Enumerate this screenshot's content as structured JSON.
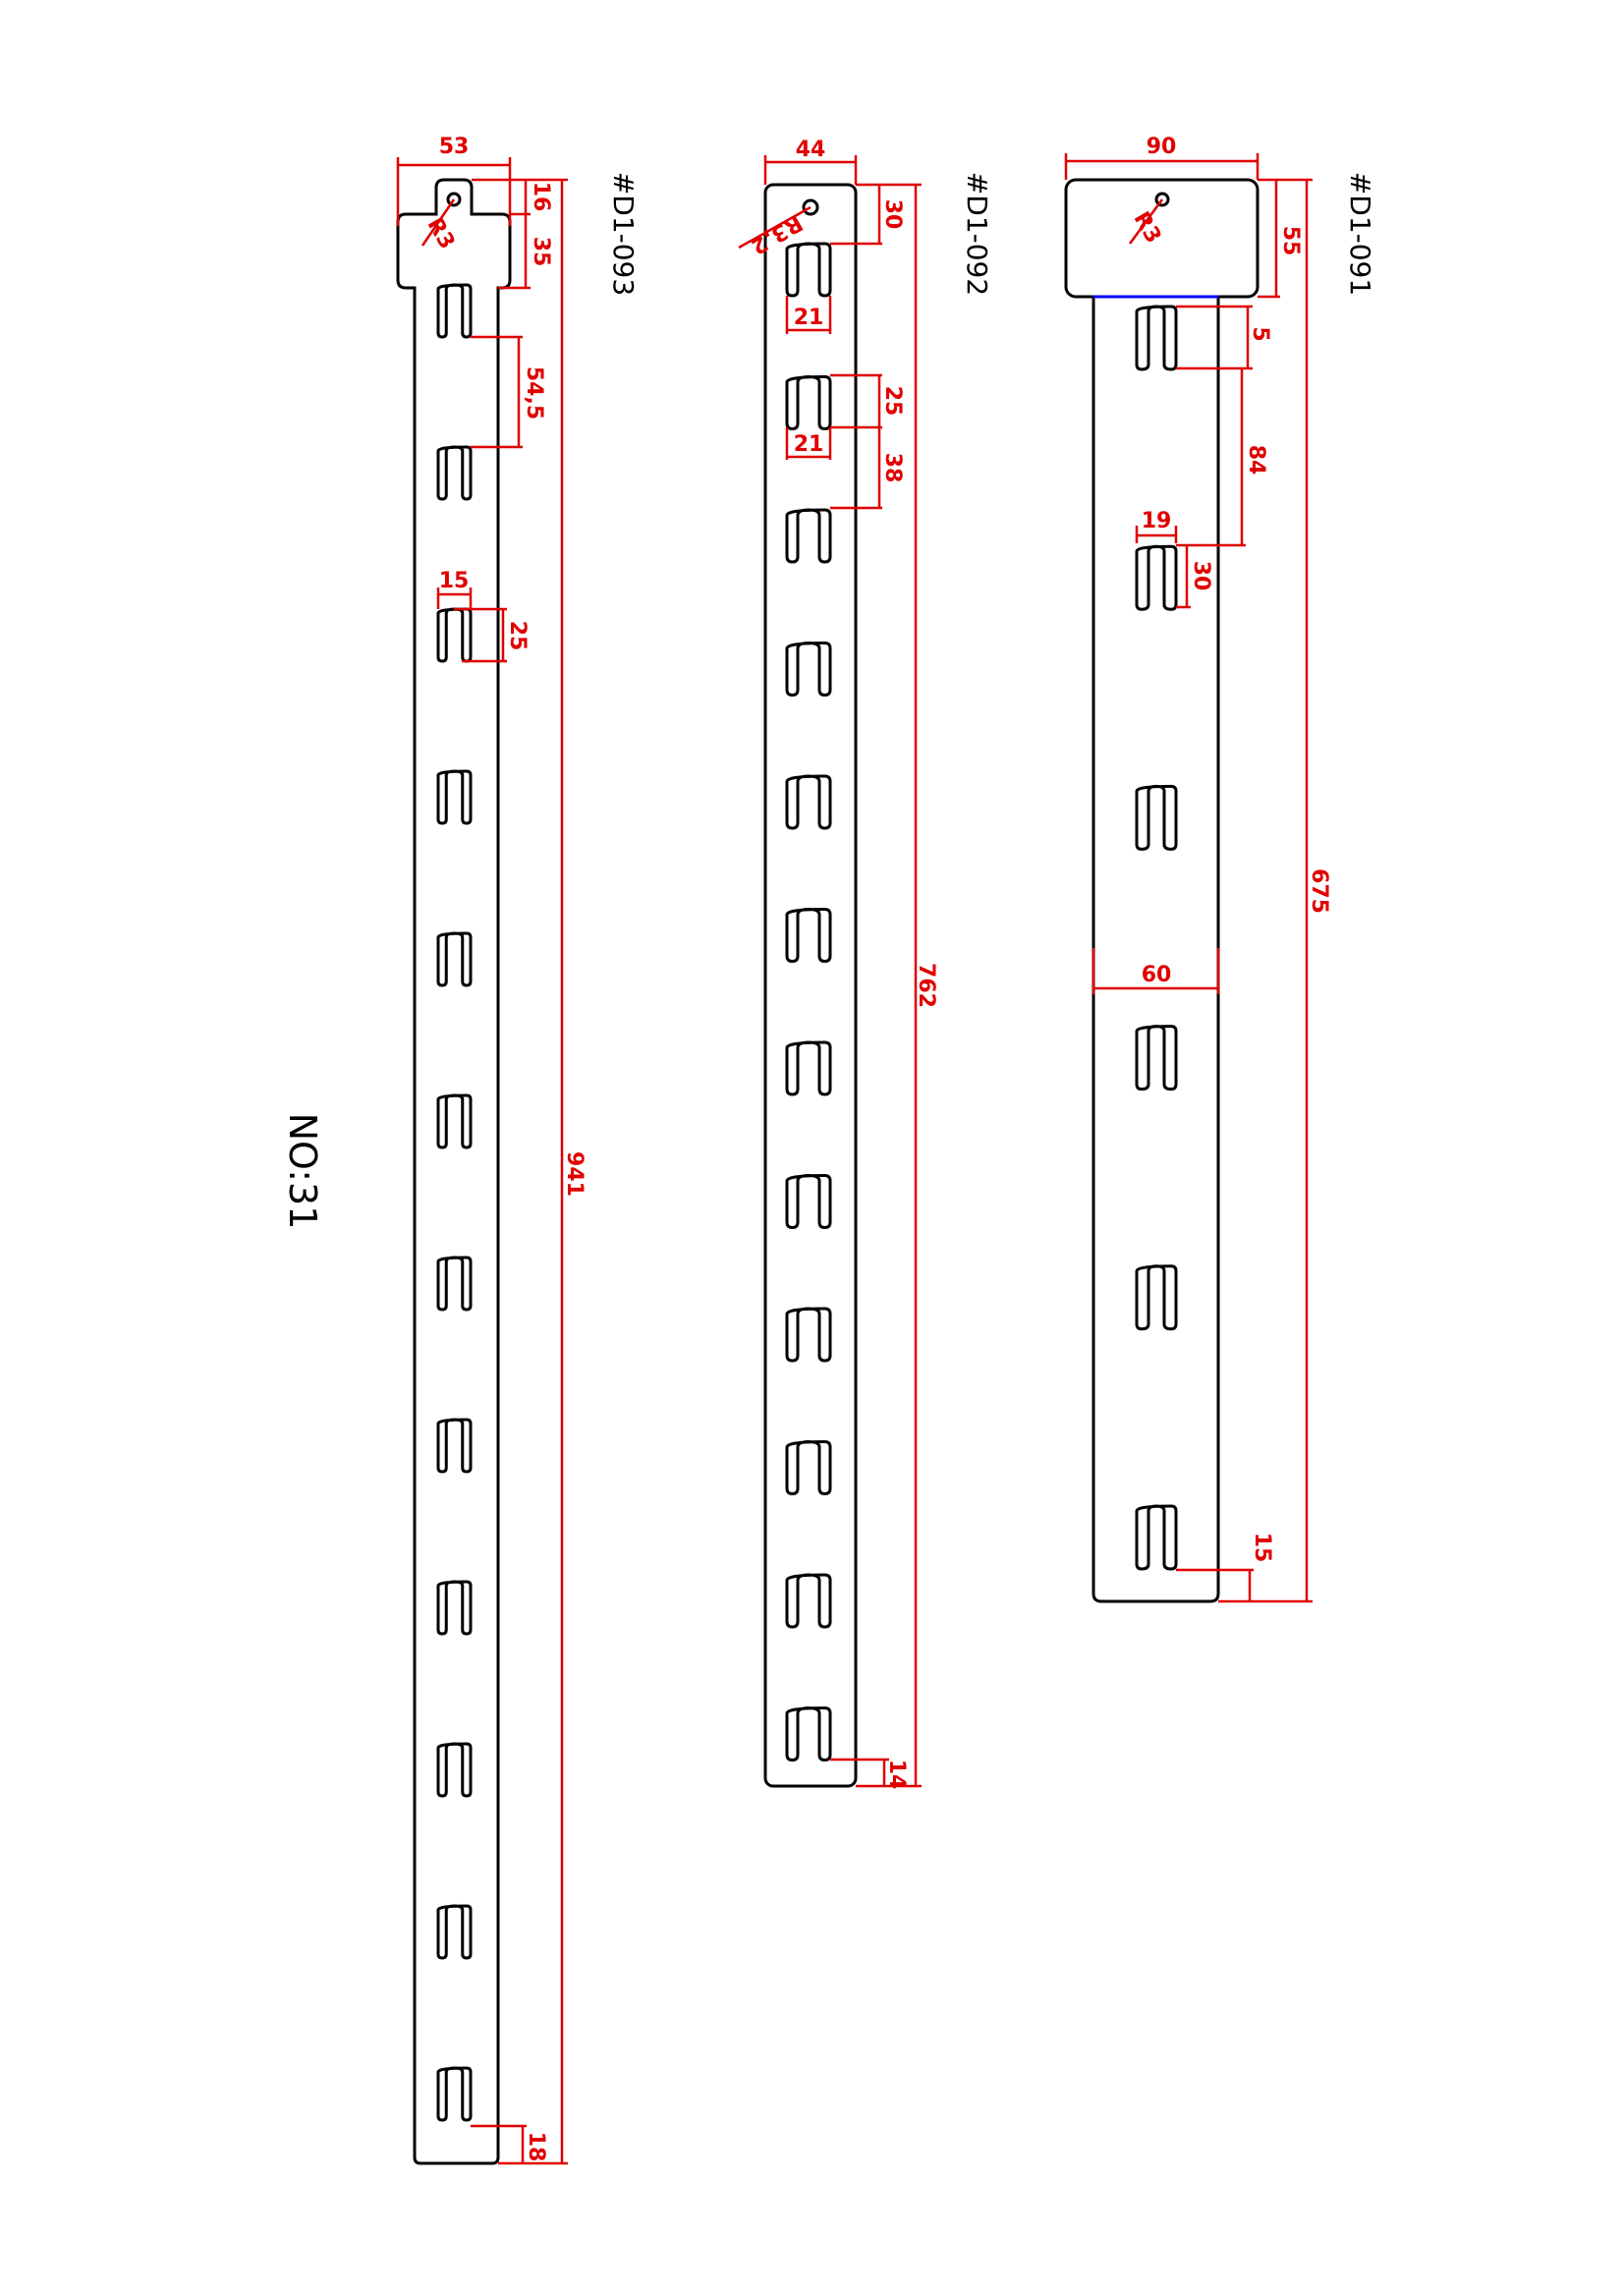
{
  "sheet": {
    "number": "NO:31"
  },
  "colors": {
    "outline": "#000000",
    "dimension": "#e00000",
    "joint_line": "#0000ff"
  },
  "parts": {
    "d1_093": {
      "label": "#D1-093",
      "slot_count": 12,
      "dims": {
        "width": "53",
        "tab": "16",
        "head": "35",
        "pitch": "54,5",
        "slot_w": "15",
        "slot_h": "25",
        "total": "941",
        "bottom": "18",
        "radius": "R3"
      }
    },
    "d1_092": {
      "label": "#D1-092",
      "slot_count": 12,
      "dims": {
        "width": "44",
        "top": "30",
        "slot_w1": "21",
        "slot_h": "25",
        "slot_w2": "21",
        "gap": "38",
        "total": "762",
        "bottom": "14",
        "radius": "R3,2"
      }
    },
    "d1_091": {
      "label": "#D1-091",
      "slot_count": 6,
      "dims": {
        "width": "90",
        "head": "55",
        "offset": "5",
        "pitch": "84",
        "slot_w": "19",
        "slot_h": "30",
        "body_w": "60",
        "total": "675",
        "bottom": "15",
        "radius": "R3"
      }
    }
  }
}
